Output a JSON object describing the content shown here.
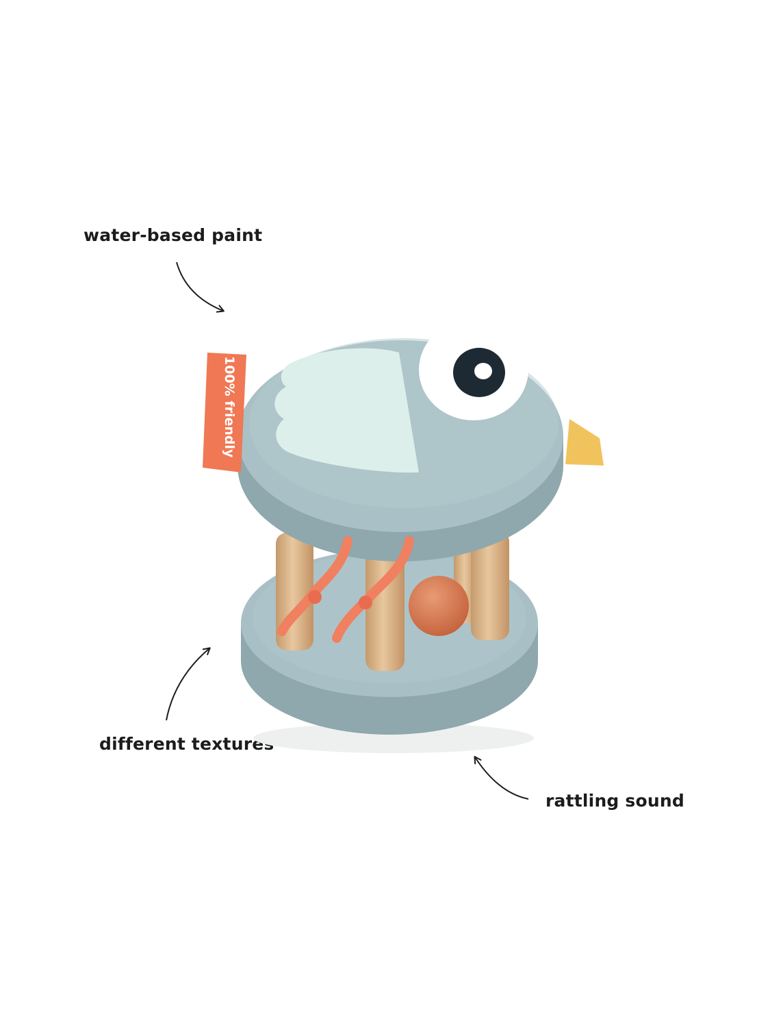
{
  "callouts": {
    "paint": "water-based paint",
    "textures": "different textures",
    "sound": "rattling sound"
  },
  "product": {
    "tag_text": "100% friendly"
  },
  "colors": {
    "body_blue": "#a9c1c6",
    "body_blue_dark": "#93adb2",
    "wing": "#dceee9",
    "eye_outer": "#ffffff",
    "eye_pupil": "#1e2a33",
    "beak": "#f1c35c",
    "tag": "#f07855",
    "cord": "#f08060",
    "wood": "#d9b48a",
    "ball": "#d97c55",
    "text": "#1c1c1c"
  }
}
